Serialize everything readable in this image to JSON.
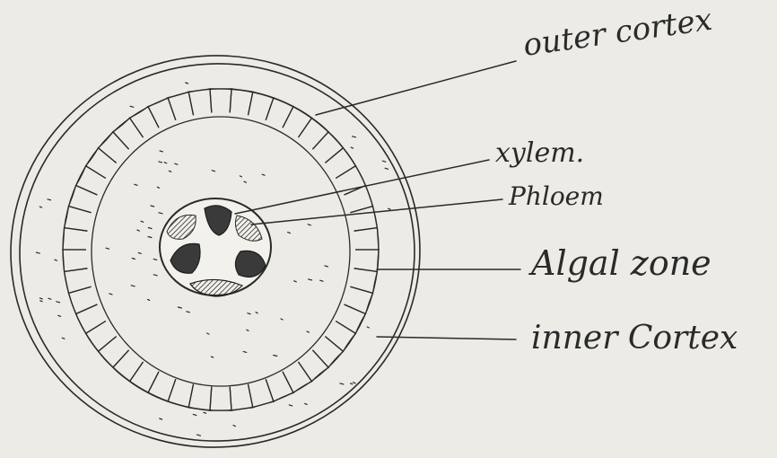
{
  "labels": {
    "outer_cortex": "outer cortex",
    "xylem": "xylem.",
    "phloem": "Phloem",
    "algal_zone": "Algal zone",
    "inner_cortex": "inner Cortex"
  },
  "colors": {
    "paper": "#ecebe6",
    "ink": "#2a2a2a",
    "dark_fill": "#3a3a3a"
  }
}
